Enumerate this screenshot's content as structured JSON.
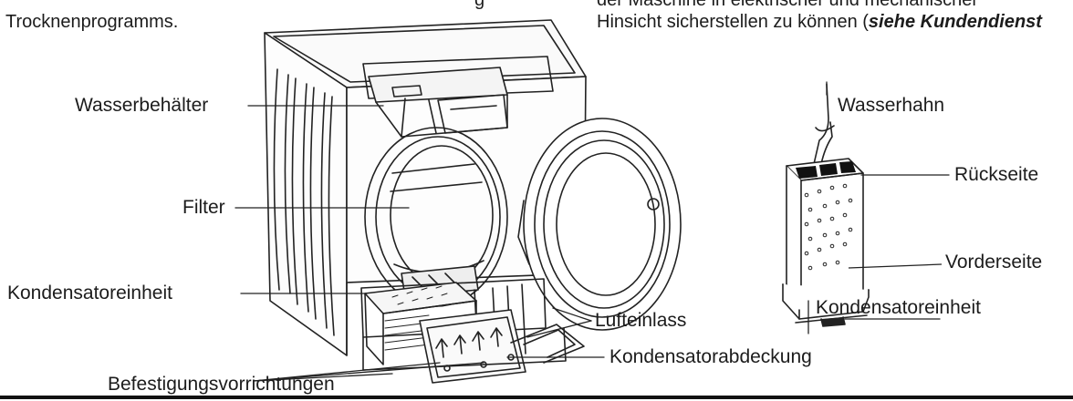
{
  "intro_text_left": "Trocknenprogramms.",
  "intro_text_right_line1": "der Maschine in elektrischer und mechanischer",
  "intro_text_right_line2_prefix": "Hinsicht sicherstellen zu können (",
  "intro_text_right_line2_ref": "siehe Kundendienst",
  "intro_text_left_line0_fragment": "g",
  "dryer_labels": {
    "water_container": "Wasserbehälter",
    "filter": "Filter",
    "condenser_unit": "Kondensatoreinheit",
    "air_inlet": "Lufteinlass",
    "condenser_cover": "Kondensatorabdeckung",
    "fasteners": "Befestigungsvorrichtungen"
  },
  "condenser_labels": {
    "tap": "Wasserhahn",
    "back": "Rückseite",
    "front": "Vorderseite",
    "unit": "Kondensatoreinheit"
  }
}
